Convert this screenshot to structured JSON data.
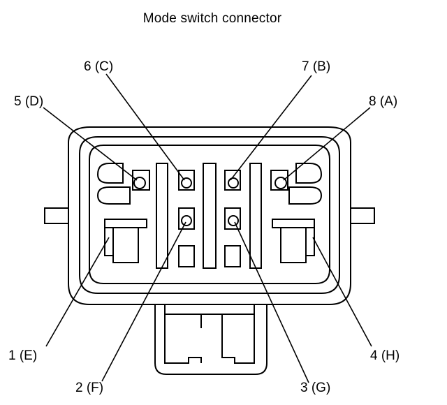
{
  "title": "Mode switch connector",
  "pins": [
    {
      "id": "pin-1",
      "label": "1 (E)"
    },
    {
      "id": "pin-2",
      "label": "2 (F)"
    },
    {
      "id": "pin-3",
      "label": "3 (G)"
    },
    {
      "id": "pin-4",
      "label": "4 (H)"
    },
    {
      "id": "pin-5",
      "label": "5 (D)"
    },
    {
      "id": "pin-6",
      "label": "6 (C)"
    },
    {
      "id": "pin-7",
      "label": "7 (B)"
    },
    {
      "id": "pin-8",
      "label": "8 (A)"
    }
  ],
  "colors": {
    "line": "#000000",
    "background": "#ffffff"
  }
}
